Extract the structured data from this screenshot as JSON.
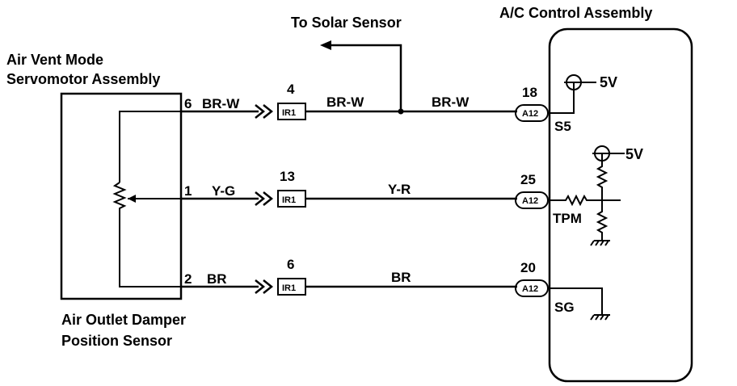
{
  "labels": {
    "solar": "To Solar Sensor",
    "ac_title": "A/C Control Assembly",
    "servo_title_1": "Air Vent Mode",
    "servo_title_2": "Servomotor Assembly",
    "sensor_title_1": "Air Outlet Damper",
    "sensor_title_2": "Position Sensor",
    "supply_top": "5V",
    "supply_mid": "5V"
  },
  "wires": [
    {
      "servo_pin": "6",
      "servo_color": "BR-W",
      "conn_pin": "4",
      "connector": "IR1",
      "harness_color": "BR-W",
      "harness_color2": "BR-W",
      "ecu_pin": "18",
      "ecu_conn": "A12",
      "terminal": "S5"
    },
    {
      "servo_pin": "1",
      "servo_color": "Y-G",
      "conn_pin": "13",
      "connector": "IR1",
      "harness_color": "Y-R",
      "ecu_pin": "25",
      "ecu_conn": "A12",
      "terminal": "TPM"
    },
    {
      "servo_pin": "2",
      "servo_color": "BR",
      "conn_pin": "6",
      "connector": "IR1",
      "harness_color": "BR",
      "ecu_pin": "20",
      "ecu_conn": "A12",
      "terminal": "SG"
    }
  ]
}
